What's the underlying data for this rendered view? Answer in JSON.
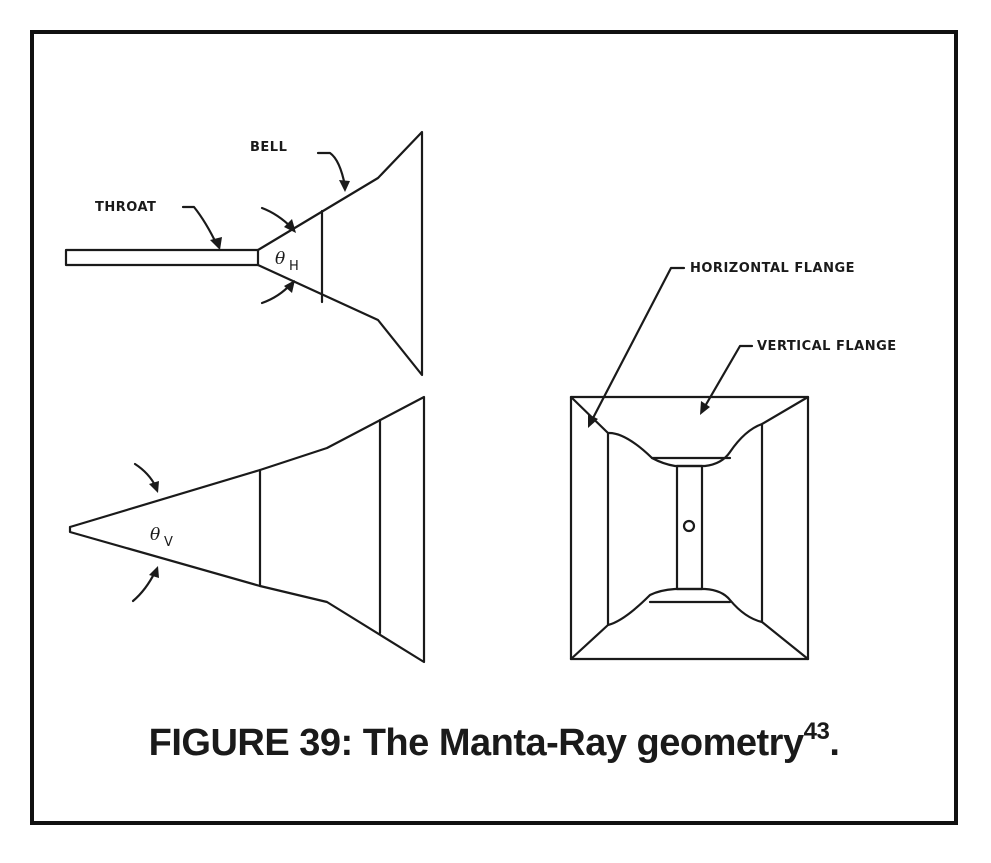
{
  "figure": {
    "labels": {
      "bell": "BELL",
      "throat": "THROAT",
      "theta_h": "θ",
      "theta_h_sub": "H",
      "theta_v": "θ",
      "theta_v_sub": "V",
      "horizontal_flange": "HORIZONTAL FLANGE",
      "vertical_flange": "VERTICAL FLANGE"
    },
    "caption": {
      "text": "FIGURE 39: The Manta-Ray geometry",
      "reference": "43",
      "trailing": "."
    }
  }
}
